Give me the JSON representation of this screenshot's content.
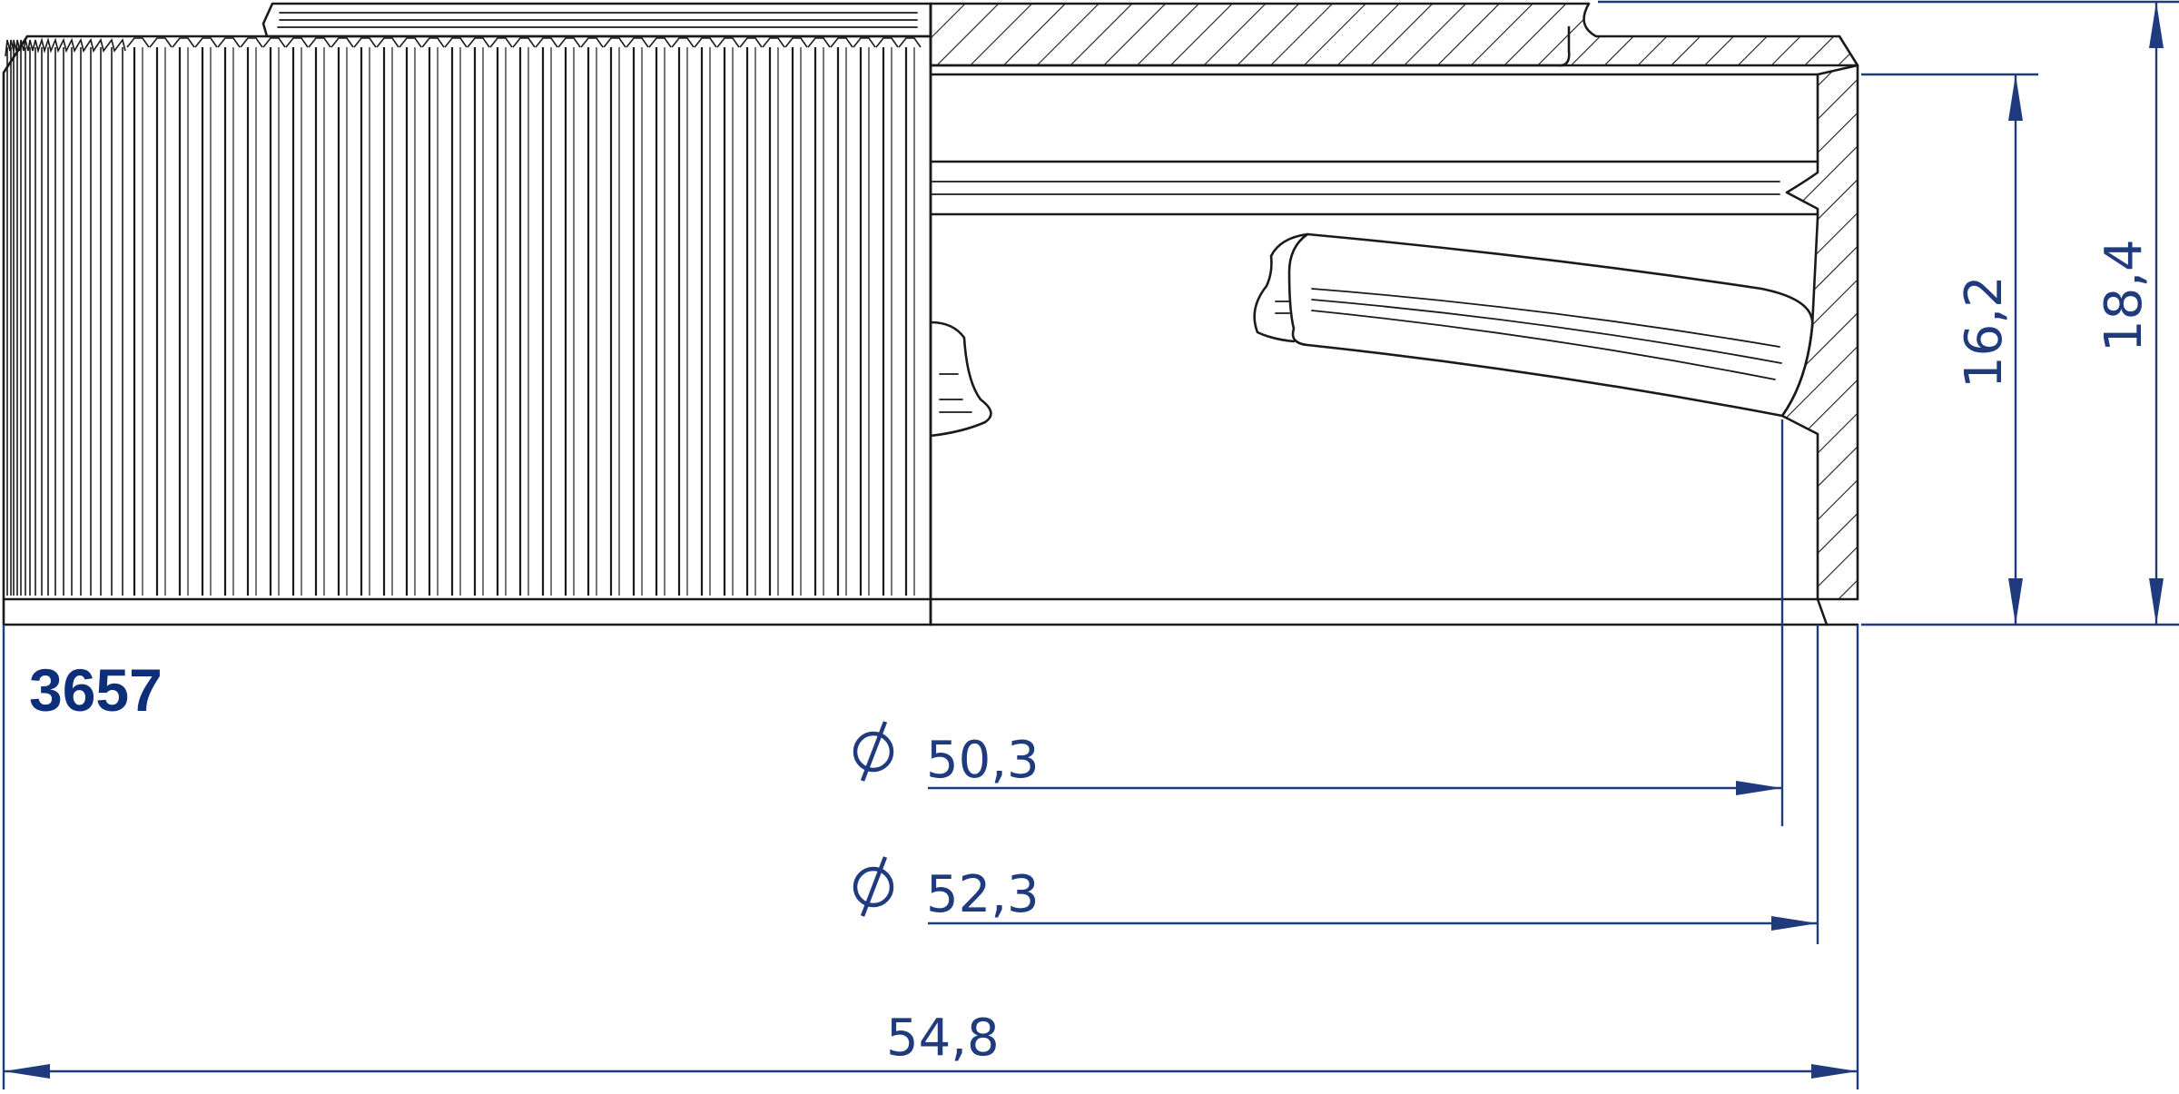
{
  "part_number": "3657",
  "colors": {
    "dimension": "#1f3b7e",
    "part_number": "#0d2f7a",
    "outline": "#1a1a1a"
  },
  "dimensions": {
    "inner_diameter": "50,3",
    "outer_diameter": "52,3",
    "overall_width": "54,8",
    "inner_height": "16,2",
    "overall_height": "18,4"
  },
  "diameter_symbol": "diameter-symbol"
}
